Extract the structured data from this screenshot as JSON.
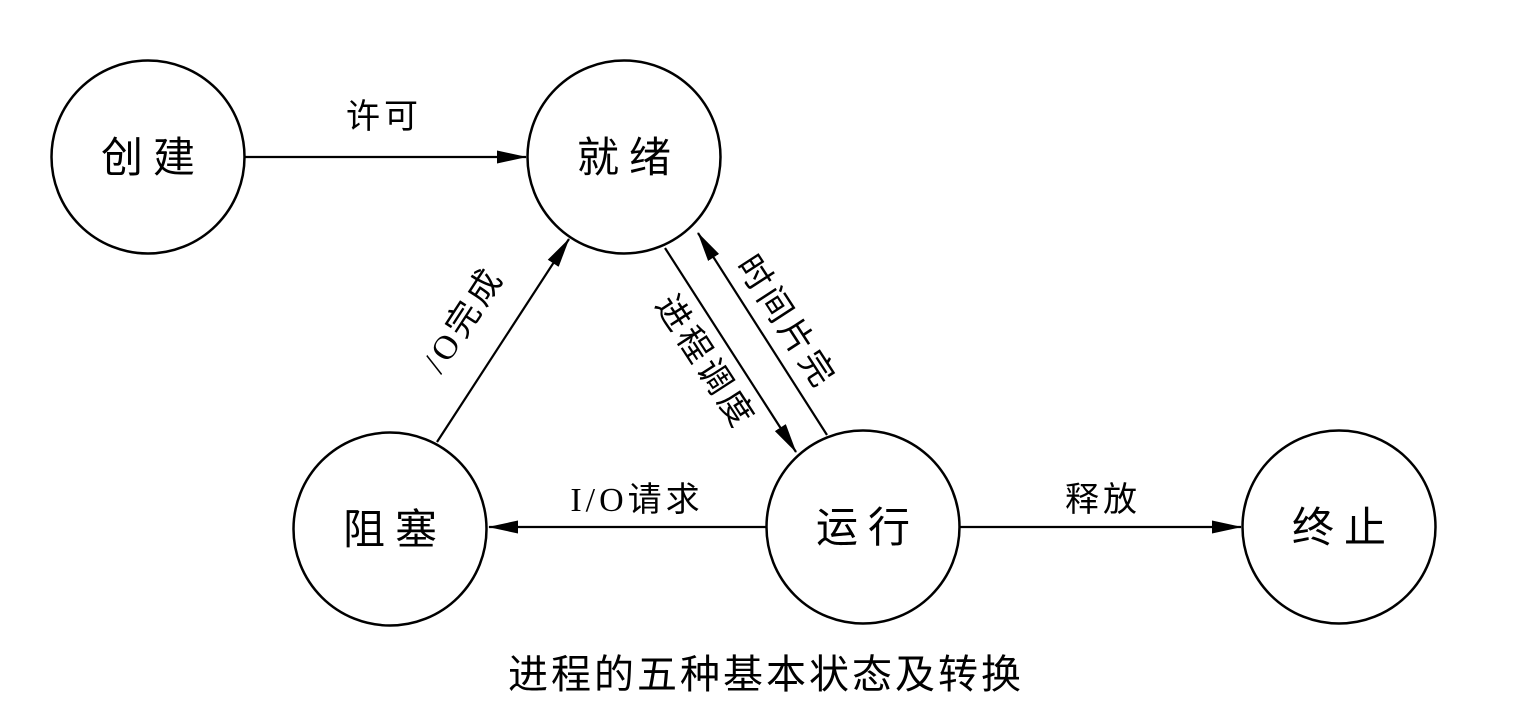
{
  "title": "进程的五种基本状态及转换",
  "colors": {
    "line": "#000000",
    "text": "#000000",
    "background": "#ffffff"
  },
  "states": {
    "create": {
      "label": "创建"
    },
    "ready": {
      "label": "就绪"
    },
    "blocked": {
      "label": "阻塞"
    },
    "running": {
      "label": "运行"
    },
    "terminated": {
      "label": "终止"
    }
  },
  "transitions": {
    "permit": {
      "from": "创建",
      "to": "就绪",
      "label": "许可"
    },
    "io_complete": {
      "from": "阻塞",
      "to": "就绪",
      "label": "/O完成"
    },
    "schedule": {
      "from": "就绪",
      "to": "运行",
      "label": "进程调度"
    },
    "timeslice": {
      "from": "运行",
      "to": "就绪",
      "label": "时间片完"
    },
    "io_request": {
      "from": "运行",
      "to": "阻塞",
      "label": "I/O请求"
    },
    "release": {
      "from": "运行",
      "to": "终止",
      "label": "释放"
    }
  }
}
